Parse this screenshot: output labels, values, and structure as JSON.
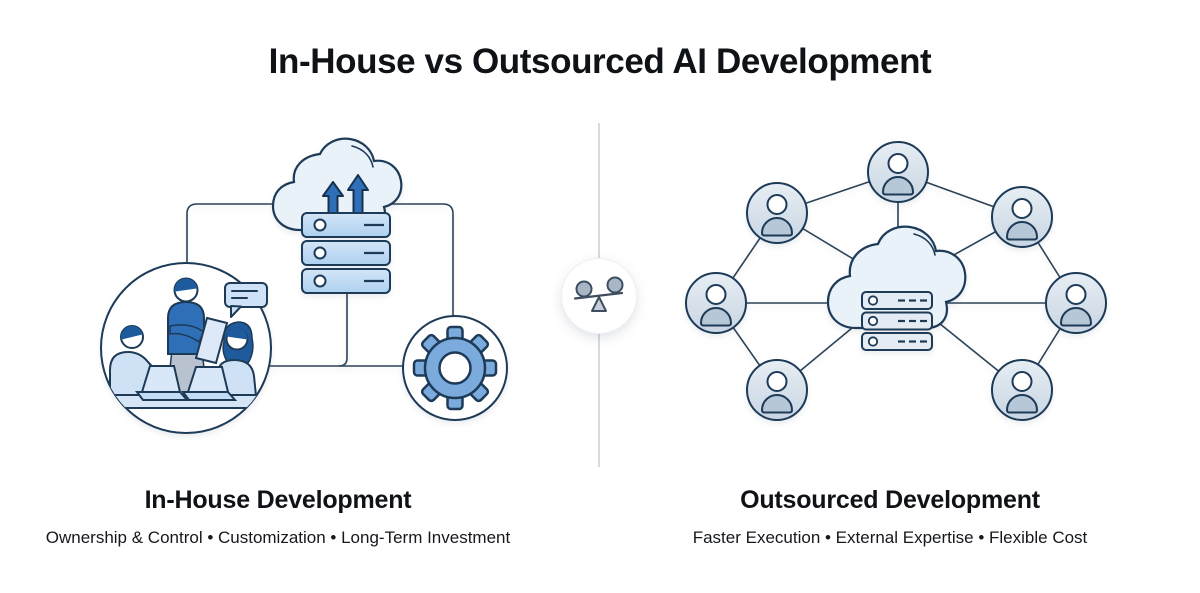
{
  "title": "In-House vs Outsourced AI Development",
  "divider": {
    "icon": "balance-scale-icon"
  },
  "left_panel": {
    "heading": "In-House Development",
    "features": "Ownership & Control • Customization • Long-Term Investment",
    "feature_items": [
      "Ownership & Control",
      "Customization",
      "Long-Term Investment"
    ],
    "illustration_icons": [
      "team-collaboration-icon",
      "speech-bubble-icon",
      "cloud-upload-icon",
      "server-stack-icon",
      "gear-icon"
    ]
  },
  "right_panel": {
    "heading": "Outsourced Development",
    "features": "Faster Execution • External Expertise • Flexible Cost",
    "feature_items": [
      "Faster Execution",
      "External Expertise",
      "Flexible Cost"
    ],
    "illustration_icons": [
      "cloud-server-icon",
      "person-node-icon"
    ],
    "person_node_count": 7
  },
  "colors": {
    "background": "#ffffff",
    "outline_navy": "#1d3a57",
    "accent_blue": "#2f6fb8",
    "gear_blue": "#7aabdc",
    "light_blue": "#cfe2f5",
    "pale_blue": "#e9f1f9",
    "node_fill_top": "#e7eef4",
    "node_fill_bottom": "#c8d5e2",
    "node_person": "#b6c7d8",
    "divider_gray": "#d8dbde",
    "text": "#0f1216"
  }
}
